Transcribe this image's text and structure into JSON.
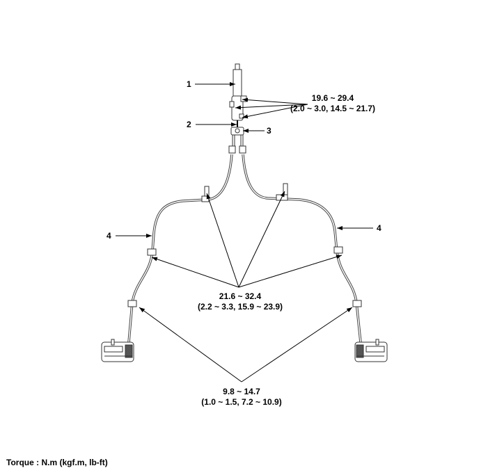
{
  "callouts": {
    "c1": "1",
    "c2": "2",
    "c3": "3",
    "c4_left": "4",
    "c4_right": "4"
  },
  "torques": {
    "master": {
      "nm": "19.6 ~ 29.4",
      "alt": "(2.0 ~ 3.0, 14.5 ~ 21.7)"
    },
    "hose": {
      "nm": "21.6 ~ 32.4",
      "alt": "(2.2 ~ 3.3, 15.9 ~ 23.9)"
    },
    "caliper": {
      "nm": "9.8 ~ 14.7",
      "alt": "(1.0 ~ 1.5, 7.2 ~ 10.9)"
    }
  },
  "footer": {
    "units": "Torque : N.m (kgf.m, lb-ft)"
  }
}
